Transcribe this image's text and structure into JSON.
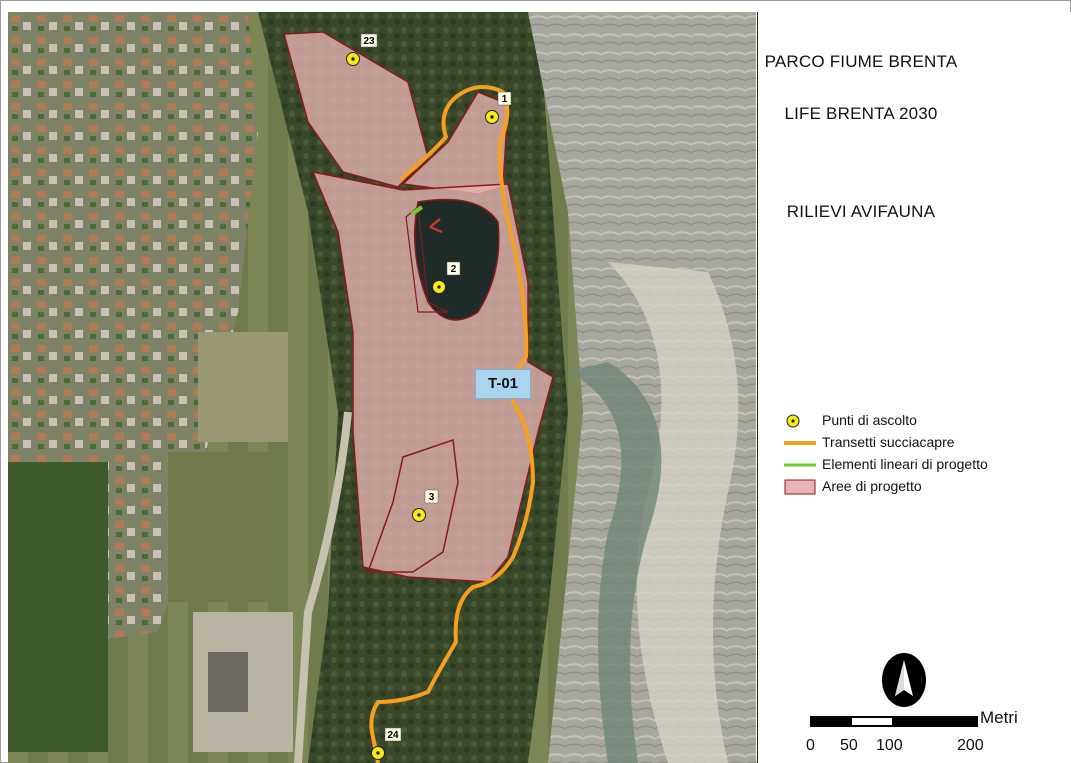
{
  "title": {
    "line1": "PARCO FIUME BRENTA",
    "line2": "LIFE BRENTA 2030",
    "line3": "RILIEVI AVIFAUNA"
  },
  "legend": [
    {
      "symbol": "yellow-dot",
      "label": "Punti di ascolto"
    },
    {
      "symbol": "orange-line",
      "label": "Transetti succiacapre"
    },
    {
      "symbol": "green-line",
      "label": "Elementi lineari di progetto"
    },
    {
      "symbol": "pink-area",
      "label": "Aree di progetto"
    }
  ],
  "points": [
    {
      "id": "23"
    },
    {
      "id": "1"
    },
    {
      "id": "2"
    },
    {
      "id": "3"
    },
    {
      "id": "24"
    }
  ],
  "transect": {
    "label": "T-01"
  },
  "scale_bar": {
    "unit": "Metri",
    "ticks": [
      "0",
      "50",
      "100",
      "200"
    ]
  },
  "north_arrow": {
    "icon": "north-arrow-icon"
  },
  "colors": {
    "project_area_fill": "#e8b4b4",
    "project_area_stroke": "#8a1a1a",
    "transect": "#f5a021",
    "linear_element": "#6ccf2e",
    "point_fill": "#f4ec12",
    "label_box": "#a9d6ee"
  }
}
